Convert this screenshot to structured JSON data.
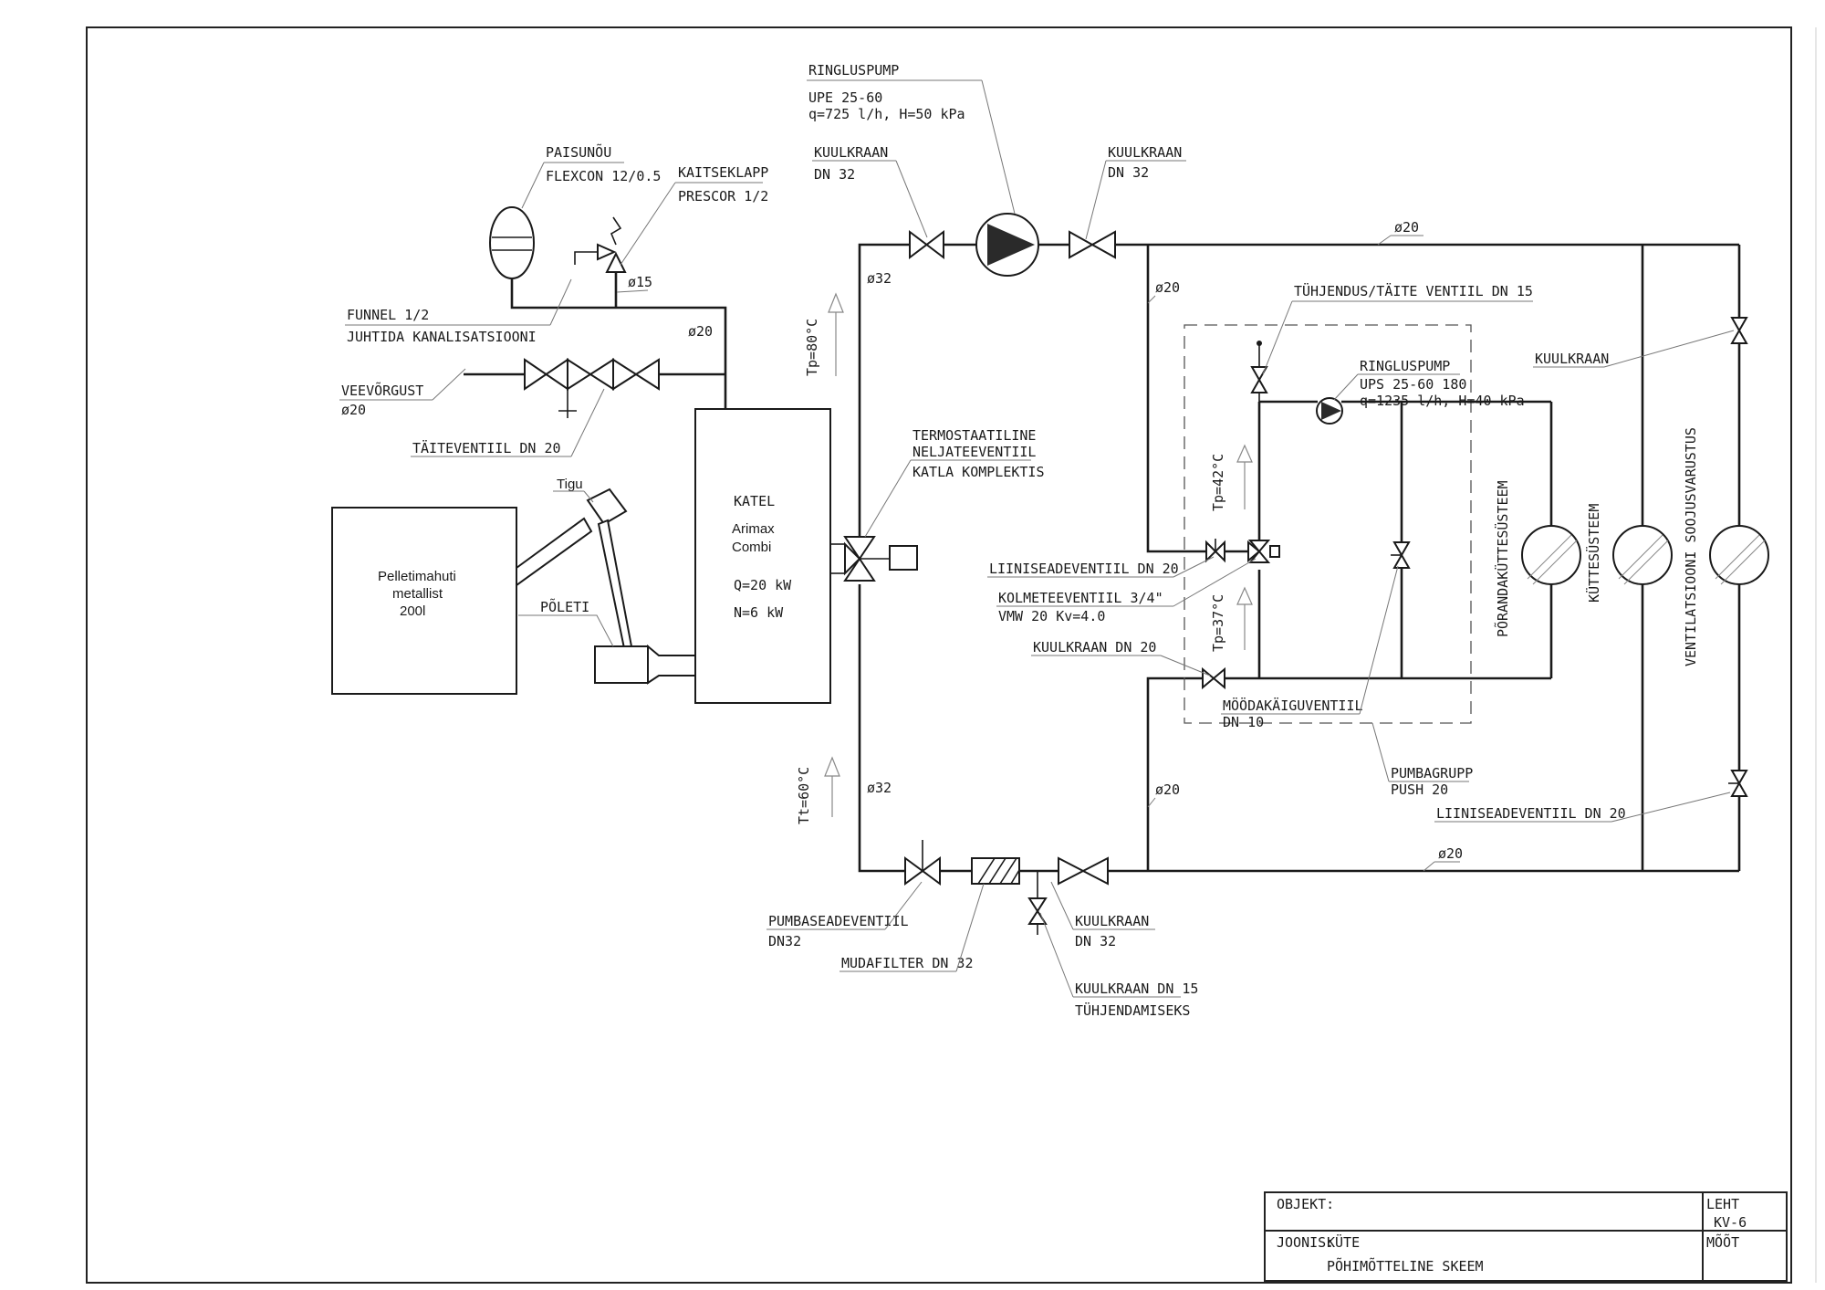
{
  "drawing": {
    "title_block": {
      "objekt_label": "OBJEKT:",
      "objekt_value": "",
      "leht_label": "LEHT",
      "leht_value": "KV-6",
      "joonis_label": "JOONIS:",
      "joonis_value_line1": "KÜTE",
      "joonis_value_line2": "PÕHIMÕTTELINE SKEEM",
      "moot_label": "MÕÕT"
    },
    "labels": {
      "pump1_title": "RINGLUSPUMP",
      "pump1_model": "UPE 25-60",
      "pump1_spec": "q=725 l/h, H=50 kPa",
      "valve_top_left_title": "KUULKRAAN",
      "valve_top_left_size": "DN 32",
      "valve_top_right_title": "KUULKRAAN",
      "valve_top_right_size": "DN 32",
      "expansion_title": "PAISUNÕU",
      "expansion_model": "FLEXCON 12/0.5",
      "safety_title": "KAITSEKLAPP",
      "safety_model": "PRESCOR 1/2",
      "d15": "ø15",
      "funnel_line1": "FUNNEL 1/2",
      "funnel_line2": "JUHTIDA KANALISATSIOONI",
      "d20_fill": "ø20",
      "water_supply": "VEEVÕRGUST",
      "water_supply_size": "ø20",
      "fill_valve": "TÄITEVENTIIL DN 20",
      "d32_supply": "ø32",
      "temp_supply": "Tp=80°C",
      "boiler_title": "KATEL",
      "boiler_model1": "Arimax",
      "boiler_model2": "Combi",
      "boiler_q": "Q=20 kW",
      "boiler_n": "N=6 kW",
      "auger": "Tigu",
      "burner": "PÕLETI",
      "pellet_line1": "Pelletimahuti",
      "pellet_line2": "metallist",
      "pellet_line3": "200l",
      "four_way_line1": "TERMOSTAATILINE",
      "four_way_line2": "NELJATEEVENTIIL",
      "four_way_line3": "KATLA KOMPLEKTIS",
      "temp_return": "Tt=60°C",
      "d32_return": "ø32",
      "pump_valve": "PUMBASEADEVENTIIL",
      "pump_valve_size": "DN32",
      "mud_filter": "MUDAFILTER DN 32",
      "valve_bottom_title": "KUULKRAAN",
      "valve_bottom_size": "DN 32",
      "drain_line1": "KUULKRAAN DN 15",
      "drain_line2": "TÜHJENDAMISEKS",
      "d20_top": "ø20",
      "d20_left_top": "ø20",
      "d20_left_bottom": "ø20",
      "d20_bottom": "ø20",
      "drain_fill_valve": "TÜHJENDUS/TÄITE VENTIIL DN 15",
      "pump2_title": "RINGLUSPUMP",
      "pump2_model": "UPS 25-60 180",
      "pump2_spec": "q=1235 l/h, H=40 kPa",
      "temp_floor_supply": "Tp=42°C",
      "temp_floor_return": "Tp=37°C",
      "line_valve_left": "LIINISEADEVENTIIL DN 20",
      "three_way_line1": "KOLMETEEVENTIIL 3/4\"",
      "three_way_line2": "VMW 20 Kv=4.0",
      "valve_dn20": "KUULKRAAN DN 20",
      "bypass_line1": "MÖÖDAKÄIGUVENTIIL",
      "bypass_line2": "DN 10",
      "pump_group_line1": "PUMBAGRUPP",
      "pump_group_line2": "PUSH 20",
      "valve_right": "KUULKRAAN",
      "line_valve_right": "LIINISEADEVENTIIL DN 20",
      "circuit_floor": "PÕRANDAKÜTTESÜSTEEM",
      "circuit_heating": "KÜTTESÜSTEEM",
      "circuit_vent": "VENTILATSIOONI SOOJUSVARUSTUS"
    }
  }
}
